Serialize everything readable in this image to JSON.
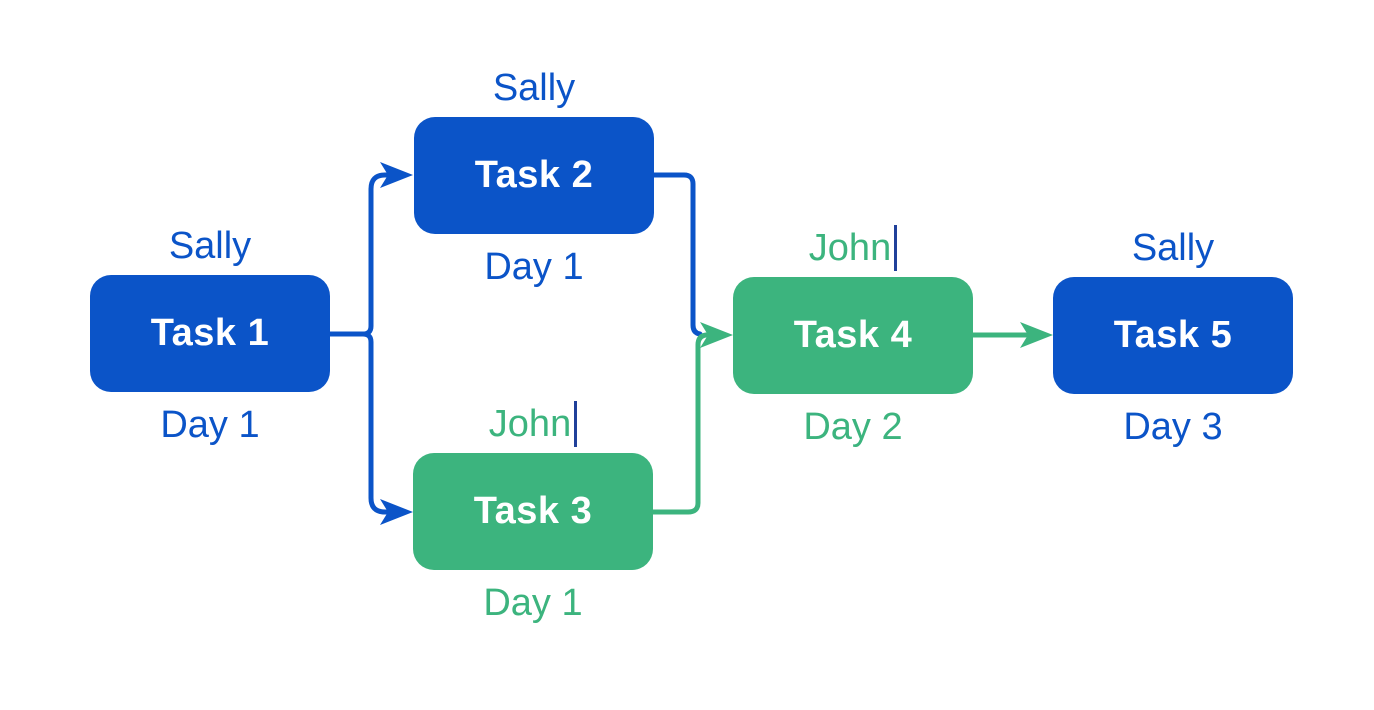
{
  "colors": {
    "blue": "#0b54c8",
    "green": "#3cb47e",
    "caret": "#20409a",
    "background": "#ffffff",
    "box_text": "#ffffff"
  },
  "nodes": [
    {
      "id": "task1",
      "label": "Task 1",
      "assignee": "Sally",
      "duration": "Day 1",
      "color": "blue",
      "editing_caret": false
    },
    {
      "id": "task2",
      "label": "Task 2",
      "assignee": "Sally",
      "duration": "Day 1",
      "color": "blue",
      "editing_caret": false
    },
    {
      "id": "task3",
      "label": "Task 3",
      "assignee": "John",
      "duration": "Day 1",
      "color": "green",
      "editing_caret": true
    },
    {
      "id": "task4",
      "label": "Task 4",
      "assignee": "John",
      "duration": "Day 2",
      "color": "green",
      "editing_caret": true
    },
    {
      "id": "task5",
      "label": "Task 5",
      "assignee": "Sally",
      "duration": "Day 3",
      "color": "blue",
      "editing_caret": false
    }
  ],
  "edges": [
    {
      "from": "Task 1",
      "to": "Task 2",
      "line_color": "blue",
      "arrow_color": "blue"
    },
    {
      "from": "Task 1",
      "to": "Task 3",
      "line_color": "blue",
      "arrow_color": "blue"
    },
    {
      "from": "Task 2",
      "to": "Task 4",
      "line_color": "blue",
      "arrow_color": "green"
    },
    {
      "from": "Task 3",
      "to": "Task 4",
      "line_color": "green",
      "arrow_color": "green"
    },
    {
      "from": "Task 4",
      "to": "Task 5",
      "line_color": "green",
      "arrow_color": "green"
    }
  ]
}
